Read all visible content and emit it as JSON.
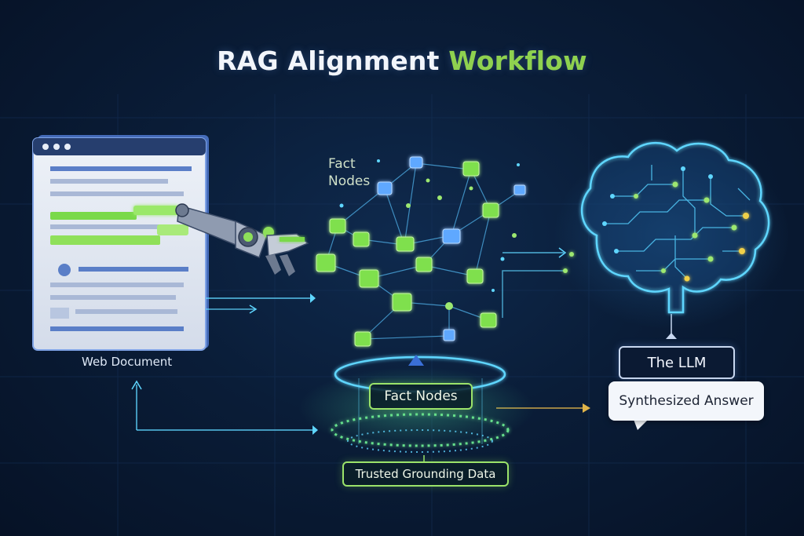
{
  "title": {
    "main": "RAG Alignment",
    "accent": "Workflow"
  },
  "labels": {
    "web_document": "Web Document",
    "fact_nodes_line1": "Fact",
    "fact_nodes_line2": "Nodes",
    "fact_nodes_box": "Fact Nodes",
    "trusted_grounding_data": "Trusted Grounding Data",
    "llm": "The LLM",
    "synthesized_answer": "Synthesized Answer"
  },
  "icons": [
    "browser-window-icon",
    "robotic-arm-icon",
    "fact-node-network-icon",
    "brain-circuit-icon",
    "data-platform-rings-icon"
  ],
  "colors": {
    "background": "#0a1d38",
    "accent_green": "#8fd14f",
    "node_green": "#9be36a",
    "node_blue": "#5fa8ff",
    "brain_cyan": "#5fd6ff"
  }
}
